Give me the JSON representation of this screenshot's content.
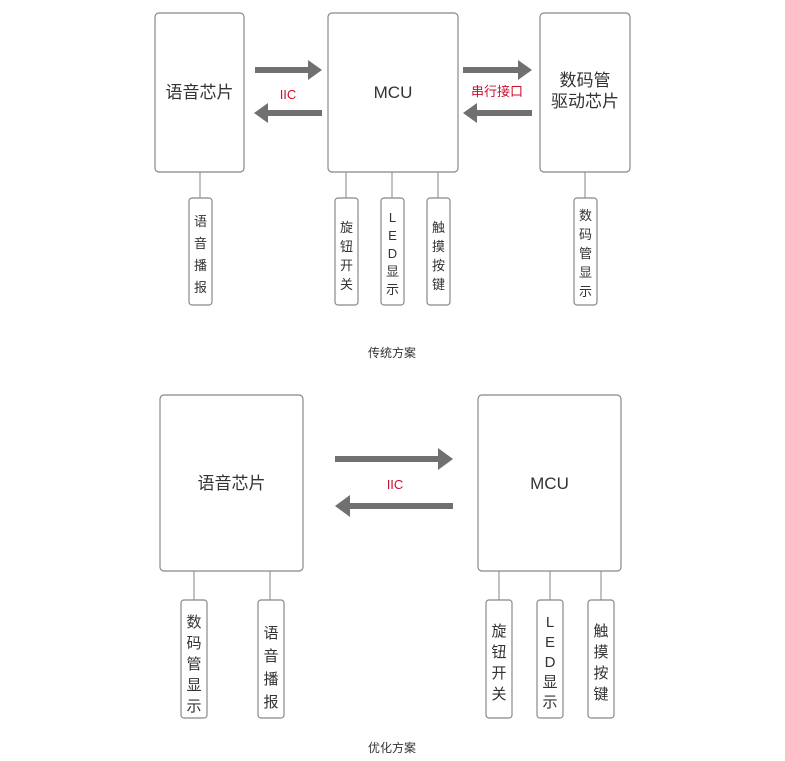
{
  "traditional": {
    "caption": "传统方案",
    "voice_chip": "语音芯片",
    "mcu": "MCU",
    "segment_driver_line1": "数码管",
    "segment_driver_line2": "驱动芯片",
    "iic_label": "IIC",
    "serial_label": "串行接口",
    "voice_output": "语音播报",
    "rotary_switch": "旋钮开关",
    "led_display": "LED显示",
    "touch_key": "触摸按键",
    "segment_display": "数码管显示"
  },
  "optimized": {
    "caption": "优化方案",
    "voice_chip": "语音芯片",
    "mcu": "MCU",
    "iic_label": "IIC",
    "segment_display": "数码管显示",
    "voice_output": "语音播报",
    "rotary_switch": "旋钮开关",
    "led_display": "LED显示",
    "touch_key": "触摸按键"
  }
}
